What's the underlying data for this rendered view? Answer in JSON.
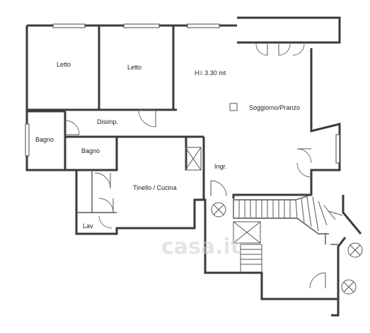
{
  "rooms": {
    "letto_1": "Letto",
    "letto_2": "Letto",
    "height": "H= 3.30 mt",
    "soggiorno": "Soggiorno/Pranzo",
    "disimpegno": "Disimp.",
    "bagno_1": "Bagno",
    "bagno_2": "Bagno",
    "ingresso": "Ingr.",
    "tinello": "Tinello / Cucina",
    "lavanderia": "Lav"
  },
  "watermark": "casa.it"
}
